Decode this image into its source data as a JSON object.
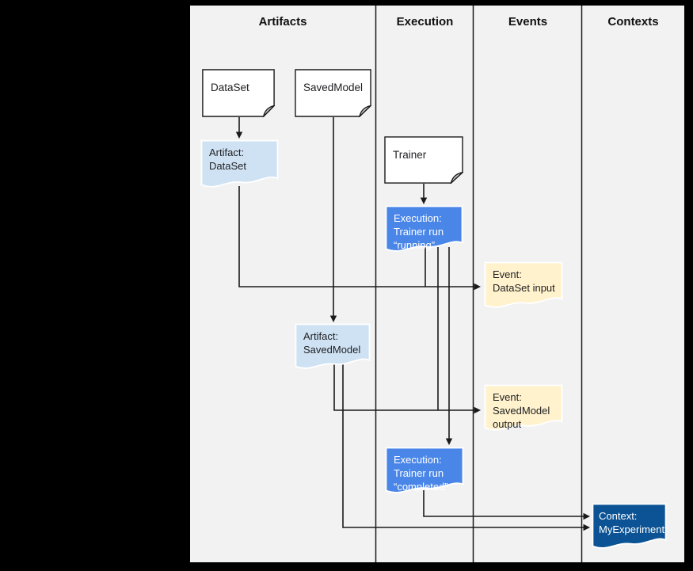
{
  "header": {
    "columns": [
      "Artifacts",
      "Execution",
      "Events",
      "Contexts"
    ]
  },
  "nodes": {
    "doc_dataset": {
      "label": "DataSet",
      "type": "document"
    },
    "doc_savedmodel": {
      "label": "SavedModel",
      "type": "document"
    },
    "doc_trainer": {
      "label": "Trainer",
      "type": "document"
    },
    "artifact_dataset": {
      "label": "Artifact:\nDataSet",
      "type": "artifact"
    },
    "execution_running": {
      "label": "Execution:\nTrainer run\n“running”",
      "type": "execution"
    },
    "event_dataset_input": {
      "label": "Event:\nDataSet input",
      "type": "event"
    },
    "artifact_savedmodel": {
      "label": "Artifact:\nSavedModel",
      "type": "artifact"
    },
    "event_savedmodel_output": {
      "label": "Event:\nSavedModel\noutput",
      "type": "event"
    },
    "execution_completed": {
      "label": "Execution:\nTrainer run\n“completed”",
      "type": "execution"
    },
    "context_myexperiment": {
      "label": "Context:\nMyExperiment",
      "type": "context"
    }
  },
  "colors": {
    "artifact": "#cfe2f3",
    "execution": "#4a86e8",
    "event": "#fff2cc",
    "context": "#0b5394",
    "document": "#ffffff",
    "fold": "#c9c9c9",
    "line": "#1a1a1a",
    "canvas_bg": "#f2f2f2",
    "page_bg": "#000000"
  }
}
